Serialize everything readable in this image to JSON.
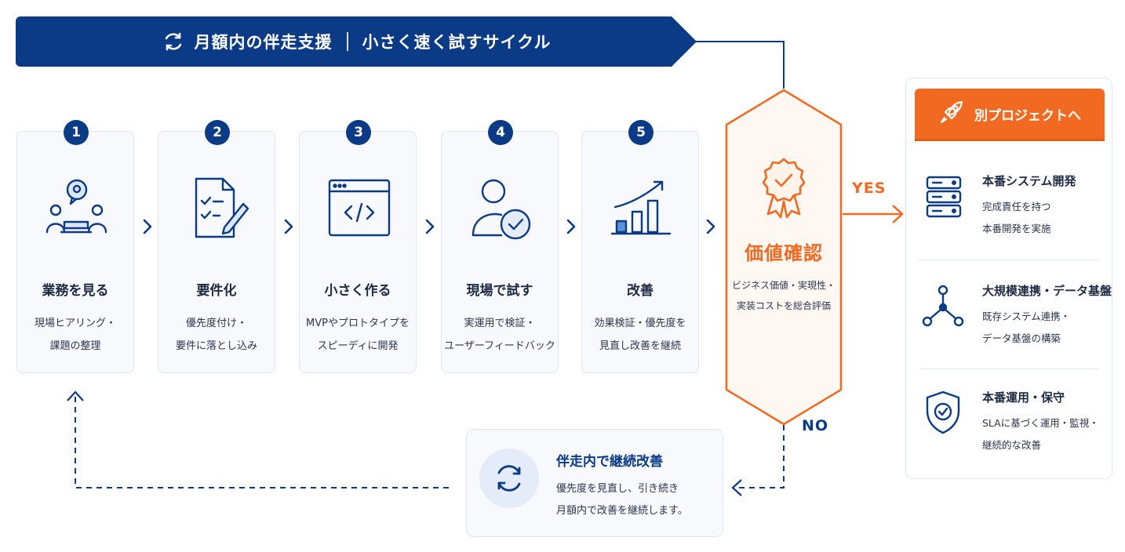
{
  "banner": {
    "title": "月額内の伴走支援",
    "subtitle": "小さく速く試すサイクル",
    "icon": "refresh-icon"
  },
  "steps": [
    {
      "number": "1",
      "title": "業務を見る",
      "desc": [
        "現場ヒアリング・",
        "課題の整理"
      ],
      "icon": "meeting-icon"
    },
    {
      "number": "2",
      "title": "要件化",
      "desc": [
        "優先度付け・",
        "要件に落とし込み"
      ],
      "icon": "checklist-pen-icon"
    },
    {
      "number": "3",
      "title": "小さく作る",
      "desc": [
        "MVPやプロトタイプを",
        "スピーディに開発"
      ],
      "icon": "code-window-icon"
    },
    {
      "number": "4",
      "title": "現場で試す",
      "desc": [
        "実運用で検証・",
        "ユーザーフィードバック"
      ],
      "icon": "user-check-icon"
    },
    {
      "number": "5",
      "title": "改善",
      "desc": [
        "効果検証・優先度を",
        "見直し改善を継続"
      ],
      "icon": "growth-chart-icon"
    }
  ],
  "decision": {
    "title": "価値確認",
    "desc": [
      "ビジネス価値・実現性・",
      "実装コストを総合評価"
    ],
    "icon": "award-badge-icon",
    "yes_label": "YES",
    "no_label": "NO"
  },
  "next_project": {
    "header": "別プロジェクトへ",
    "header_icon": "rocket-icon",
    "items": [
      {
        "title": "本番システム開発",
        "desc": [
          "完成責任を持つ",
          "本番開発を実施"
        ],
        "icon": "server-icon"
      },
      {
        "title": "大規模連携・データ基盤",
        "desc": [
          "既存システム連携・",
          "データ基盤の構築"
        ],
        "icon": "network-icon"
      },
      {
        "title": "本番運用・保守",
        "desc": [
          "SLAに基づく運用・監視・",
          "継続的な改善"
        ],
        "icon": "shield-check-icon"
      }
    ]
  },
  "loop": {
    "title": "伴走内で継続改善",
    "desc": [
      "優先度を見直し、引き続き",
      "月額内で改善を継続します。"
    ],
    "icon": "sync-icon"
  },
  "colors": {
    "navy": "#0b3a86",
    "orange": "#f26a21",
    "card_bg": "#f7f9fc",
    "text": "#1e2a44"
  }
}
